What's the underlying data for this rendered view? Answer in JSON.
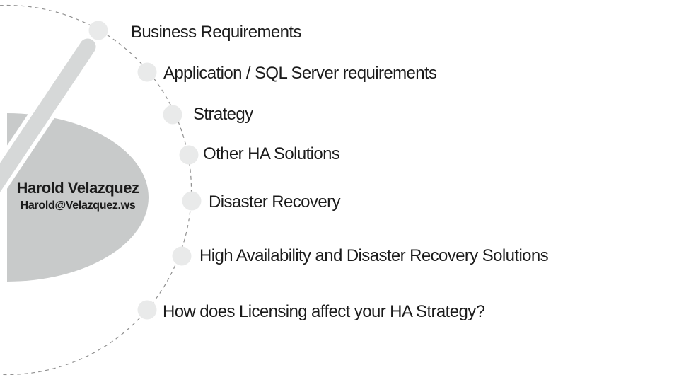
{
  "presenter": {
    "name": "Harold Velazquez",
    "email": "Harold@Velazquez.ws"
  },
  "agenda": {
    "items": [
      {
        "label": "Business Requirements"
      },
      {
        "label": "Application / SQL Server requirements"
      },
      {
        "label": "Strategy"
      },
      {
        "label": "Other HA Solutions"
      },
      {
        "label": "Disaster Recovery"
      },
      {
        "label": "High Availability and Disaster Recovery Solutions"
      },
      {
        "label": "How does Licensing affect your HA Strategy?"
      }
    ]
  },
  "colors": {
    "bullet": "#e9eaea",
    "leaf": "#c8caca",
    "bar": "#d6d8d8",
    "bar_outline": "#ffffff",
    "dash": "#909090",
    "text": "#1b1b1b",
    "background": "#ffffff"
  }
}
